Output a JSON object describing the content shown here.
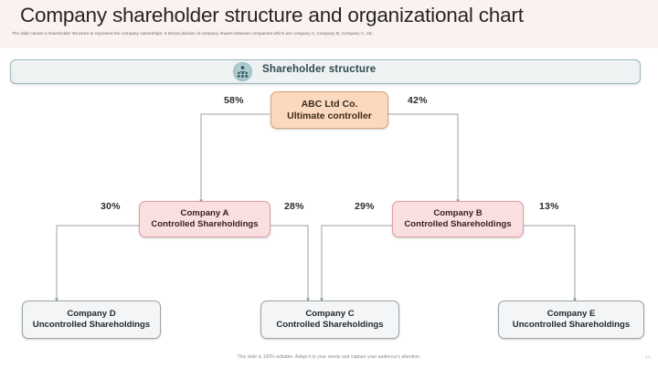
{
  "header": {
    "title": "Company shareholder structure and organizational chart",
    "subtitle": "The slide carries a shareholder structure to represent the company ownerships. It shows division of company shares between companies which are company A, Company B, Company C, etc."
  },
  "banner": {
    "label": "Shareholder structure",
    "icon": "shareholder-group-icon",
    "border_color": "#9fb9bc",
    "fill_color": "#eef2f3"
  },
  "chart_data": {
    "type": "diagram",
    "title": "Shareholder structure",
    "nodes": [
      {
        "id": "abc",
        "line1": "ABC Ltd Co.",
        "line2": "Ultimate controller",
        "style": "root",
        "fill": "#fad9bf",
        "border": "#d8a273"
      },
      {
        "id": "company_a",
        "line1": "Company A",
        "line2": "Controlled Shareholdings",
        "style": "ctrl",
        "fill": "#fadfe0",
        "border": "#e09aa0"
      },
      {
        "id": "company_b",
        "line1": "Company B",
        "line2": "Controlled Shareholdings",
        "style": "ctrl",
        "fill": "#fadfe0",
        "border": "#e09aa0"
      },
      {
        "id": "company_d",
        "line1": "Company D",
        "line2": "Uncontrolled Shareholdings",
        "style": "plain",
        "fill": "#f4f5f6",
        "border": "#9aa4a8"
      },
      {
        "id": "company_c",
        "line1": "Company C",
        "line2": "Controlled Shareholdings",
        "style": "plain",
        "fill": "#f4f5f6",
        "border": "#9aa4a8"
      },
      {
        "id": "company_e",
        "line1": "Company E",
        "line2": "Uncontrolled Shareholdings",
        "style": "plain",
        "fill": "#f4f5f6",
        "border": "#9aa4a8"
      }
    ],
    "edges": [
      {
        "from": "abc",
        "to": "company_a",
        "label": "58%"
      },
      {
        "from": "abc",
        "to": "company_b",
        "label": "42%"
      },
      {
        "from": "company_a",
        "to": "company_d",
        "label": "30%"
      },
      {
        "from": "company_a",
        "to": "company_c",
        "label": "28%"
      },
      {
        "from": "company_b",
        "to": "company_c",
        "label": "29%"
      },
      {
        "from": "company_b",
        "to": "company_e",
        "label": "13%"
      }
    ]
  },
  "nodes": {
    "abc": {
      "line1": "ABC Ltd Co.",
      "line2": "Ultimate controller"
    },
    "company_a": {
      "line1": "Company A",
      "line2": "Controlled Shareholdings"
    },
    "company_b": {
      "line1": "Company B",
      "line2": "Controlled Shareholdings"
    },
    "company_d": {
      "line1": "Company D",
      "line2": "Uncontrolled Shareholdings"
    },
    "company_c": {
      "line1": "Company C",
      "line2": "Controlled Shareholdings"
    },
    "company_e": {
      "line1": "Company E",
      "line2": "Uncontrolled Shareholdings"
    }
  },
  "percentages": {
    "abc_to_a": "58%",
    "abc_to_b": "42%",
    "a_to_d": "30%",
    "a_to_c": "28%",
    "b_to_c": "29%",
    "b_to_e": "13%"
  },
  "footer": {
    "note": "This slide is 100% editable. Adapt it to your needs and capture your audience's attention.",
    "page_number": "14"
  }
}
